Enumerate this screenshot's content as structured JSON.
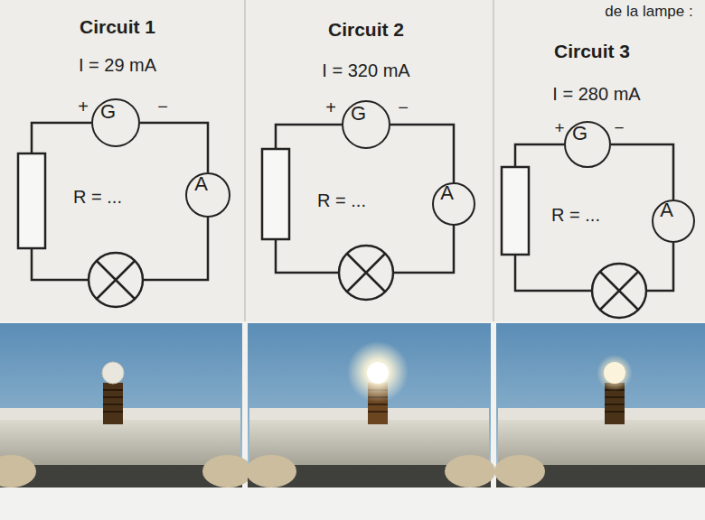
{
  "diagram": {
    "nodes": [
      {
        "text": [
          "Circuit 1",
          "I = 29 mA"
        ]
      },
      {
        "text": [
          "G"
        ],
        "in": 0
      },
      {
        "text": [
          "A"
        ],
        "in": 0
      },
      {
        "text": [
          "Circuit 2",
          "I = 320 mA"
        ]
      },
      {
        "text": [
          "G"
        ],
        "in": 3
      },
      {
        "text": [
          "A"
        ],
        "in": 3
      },
      {
        "text": [
          "Circuit 3",
          "I = 280 mA"
        ]
      },
      {
        "text": [
          "G"
        ],
        "in": 6
      },
      {
        "text": [
          "A"
        ],
        "in": 6
      }
    ],
    "edges": [
      {
        "from": 1,
        "to": 2,
        "arrow": "none"
      },
      {
        "from": 4,
        "to": 5,
        "arrow": "none"
      },
      {
        "from": 7,
        "to": 8,
        "arrow": "none"
      }
    ],
    "labels": [
      "de la lampe :",
      "+",
      "−",
      "R = ...",
      "+",
      "−",
      "R = ...",
      "+",
      "−",
      "R = ..."
    ]
  }
}
